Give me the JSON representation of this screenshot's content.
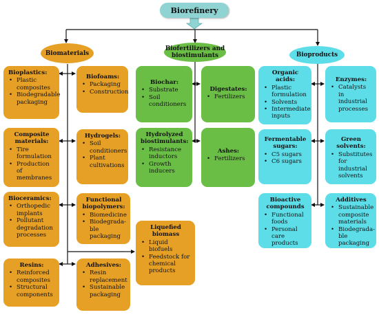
{
  "root": {
    "label": "Biorefinery"
  },
  "categories": {
    "biomaterials": {
      "label": "Biomaterials",
      "color": "#E6A026"
    },
    "biofertilizers": {
      "label": "Biofertilizers and biostimulants",
      "color": "#6BBE45"
    },
    "bioproducts": {
      "label": "Bioproducts",
      "color": "#5DDDE8"
    }
  },
  "boxes": {
    "bioplastics": {
      "title": "Bioplastics:",
      "items": [
        "Plastic composites",
        "Biodegradable packaging"
      ]
    },
    "biofoams": {
      "title": "Biofoams:",
      "items": [
        "Packaging",
        "Construction"
      ]
    },
    "composite": {
      "title": "Composite materials:",
      "items": [
        "Tire formulation",
        "Production of membranes"
      ]
    },
    "hydrogels": {
      "title": "Hydrogels:",
      "items": [
        "Soil conditioners",
        "Plant cultivations"
      ]
    },
    "bioceramics": {
      "title": "Bioceramics:",
      "items": [
        "Orthopedic implants",
        "Pollutant degradation processes"
      ]
    },
    "functional": {
      "title": "Functional biopolymers:",
      "items": [
        "Biomedicine",
        "Biodegrada-ble packaging"
      ]
    },
    "liquefied": {
      "title": "Liquefied biomass",
      "items": [
        "Liquid biofuels",
        "Feedstock for chemical products"
      ]
    },
    "resins": {
      "title": "Resins:",
      "items": [
        "Reinforced composites",
        "Structural components"
      ]
    },
    "adhesives": {
      "title": "Adhesives:",
      "items": [
        "Resin replacement",
        "Sustainable packaging"
      ]
    },
    "biochar": {
      "title": "Biochar:",
      "items": [
        "Substrate",
        "Soil conditioners"
      ]
    },
    "digestates": {
      "title": "Digestates:",
      "items": [
        "Fertilizers"
      ]
    },
    "hydrolyzed": {
      "title": "Hydrolyzed biostimulants:",
      "items": [
        "Resistance inductors",
        "Growth inducers"
      ]
    },
    "ashes": {
      "title": "Ashes:",
      "items": [
        "Fertilizers"
      ]
    },
    "organic": {
      "title": "Organic acids:",
      "items": [
        "Plastic formulation",
        "Solvents",
        "Intermediate inputs"
      ]
    },
    "enzymes": {
      "title": "Enzymes:",
      "items": [
        "Catalysts in industrial processes"
      ]
    },
    "sugars": {
      "title": "Fermentable sugars:",
      "items": [
        "C5 sugars",
        "C6 sugars"
      ]
    },
    "green": {
      "title": "Green solvents:",
      "items": [
        "Substitutes for industrial solvents"
      ]
    },
    "bioactive": {
      "title": "Bioactive compounds",
      "items": [
        "Functional foods",
        "Personal care products"
      ]
    },
    "additives": {
      "title": "Additives",
      "items": [
        "Sustainable composite materials",
        "Biodegrada-ble packaging"
      ]
    }
  }
}
